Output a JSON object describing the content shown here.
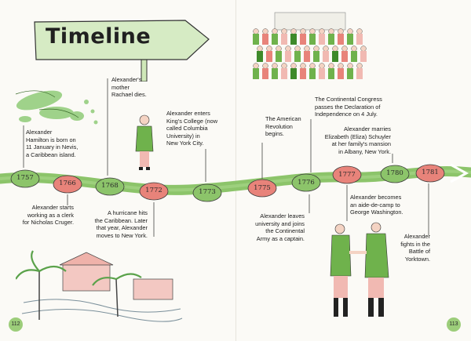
{
  "title": "Timeline",
  "events": [
    {
      "year": "1757",
      "text": [
        "Alexander",
        "Hamilton is born on",
        "11 January in Nevis,",
        "a Caribbean island."
      ]
    },
    {
      "year": "1766",
      "text": [
        "Alexander starts",
        "working as a clerk",
        "for Nicholas Cruger."
      ]
    },
    {
      "year": "1768",
      "text": [
        "Alexander's",
        "mother",
        "Rachael dies."
      ]
    },
    {
      "year": "1772",
      "text": [
        "A hurricane hits",
        "the Caribbean. Later",
        "that year, Alexander",
        "moves to New York."
      ]
    },
    {
      "year": "1773",
      "text": [
        "Alexander enters",
        "King's College (now",
        "called Columbia",
        "University) in",
        "New York City."
      ]
    },
    {
      "year": "1775",
      "text": [
        "The American",
        "Revolution",
        "begins."
      ]
    },
    {
      "year": "1776",
      "text": [
        "Alexander leaves",
        "university and joins",
        "the Continental",
        "Army as a captain."
      ]
    },
    {
      "year": "1776",
      "text": [
        "The Continental Congress",
        "passes the Declaration of",
        "Independence on 4 July."
      ]
    },
    {
      "year": "1777",
      "text": [
        "Alexander becomes",
        "an aide-de-camp to",
        "George Washington."
      ]
    },
    {
      "year": "1780",
      "text": [
        "Alexander marries",
        "Elizabeth (Eliza) Schuyler",
        "at her family's mansion",
        "in Albany, New York."
      ]
    },
    {
      "year": "1781",
      "text": [
        "Alexander",
        "fights in the",
        "Battle of",
        "Yorktown."
      ]
    }
  ],
  "page_numbers": {
    "left": "112",
    "right": "113"
  },
  "colors": {
    "green": "#8cc46a",
    "dark_green": "#3e8a2a",
    "pink": "#e8837a",
    "light_green": "#d6ebc4"
  }
}
